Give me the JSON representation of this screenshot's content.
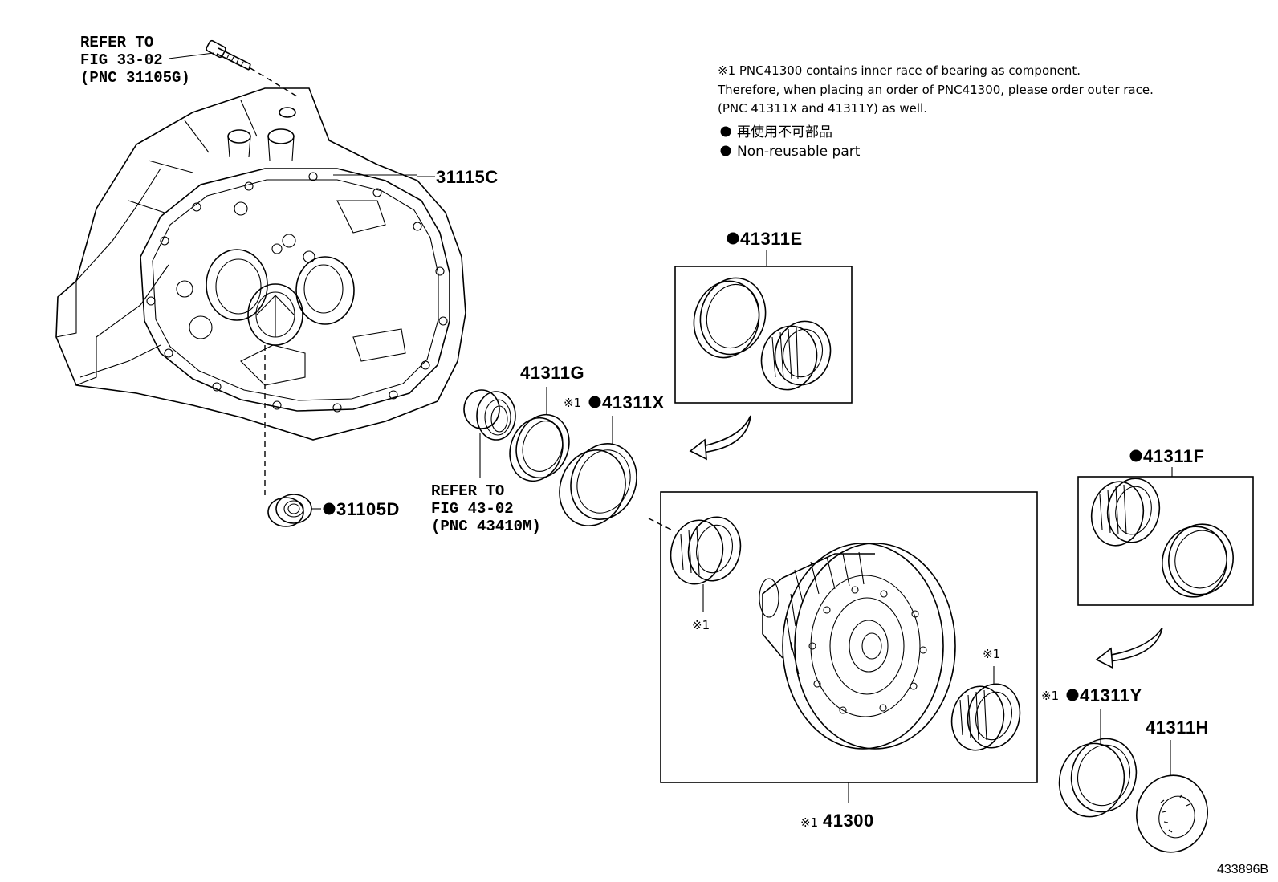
{
  "notes": {
    "line1": "※1 PNC41300 contains inner race of bearing as component.",
    "line2": "Therefore, when placing an order of PNC41300, please order outer race.",
    "line3": "(PNC 41311X and 41311Y) as well.",
    "legend_jp": "再使用不可部品",
    "legend_en": "Non-reusable part"
  },
  "refs": {
    "bolt": [
      "REFER TO",
      "FIG 33-02",
      "(PNC 31105G)"
    ],
    "seal": [
      "REFER TO",
      "FIG 43-02",
      "(PNC 43410M)"
    ]
  },
  "parts": {
    "p31115C": "31115C",
    "p31105D": "31105D",
    "p41311G": "41311G",
    "p41311X": "41311X",
    "p41311E": "41311E",
    "p41311F": "41311F",
    "p41311Y": "41311Y",
    "p41311H": "41311H",
    "p41300": "41300"
  },
  "marks": {
    "note_ref": "※1",
    "note_ref_small": "※1"
  },
  "figure_id": "433896B"
}
